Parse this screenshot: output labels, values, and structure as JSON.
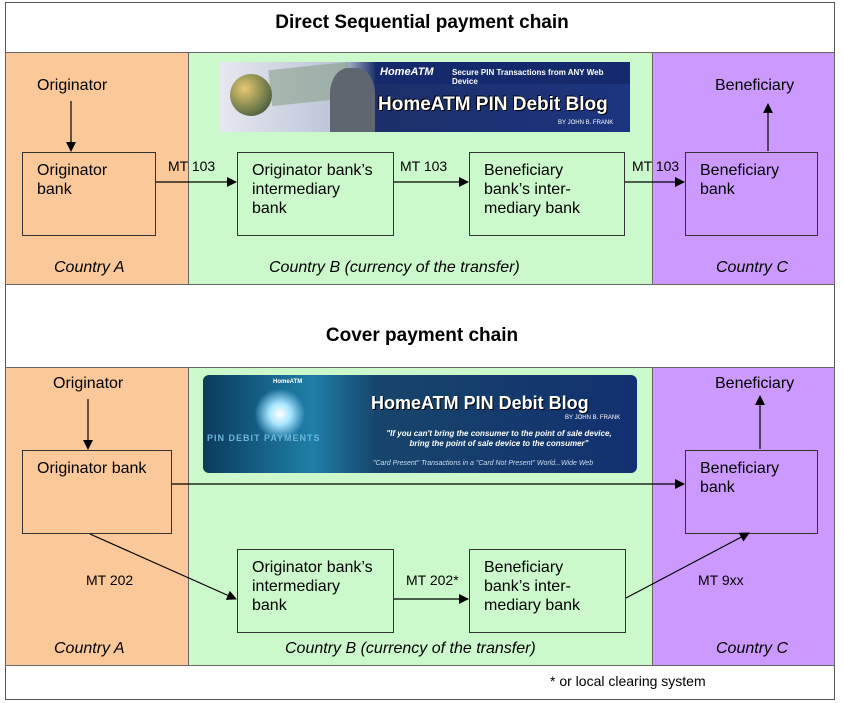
{
  "sequential": {
    "title": "Direct Sequential payment chain",
    "originator": "Originator",
    "originator_bank": [
      "Originator",
      "bank"
    ],
    "intermediary_bank": [
      "Originator bank’s",
      "intermediary",
      "bank"
    ],
    "beneficiary_intermediary": [
      "Beneficiary",
      "bank’s inter-",
      "mediary bank"
    ],
    "beneficiary_bank": [
      "Beneficiary",
      "bank"
    ],
    "beneficiary": "Beneficiary",
    "msg1": "MT 103",
    "msg2": "MT 103",
    "msg3": "MT 103",
    "country_a": "Country A",
    "country_b": "Country B (currency of the transfer)",
    "country_c": "Country C"
  },
  "banner1": {
    "logo": "HomeATM",
    "tagline": "Secure PIN Transactions from ANY Web Device",
    "title": "HomeATM PIN Debit Blog",
    "byline": "BY JOHN B. FRANK"
  },
  "cover": {
    "title": "Cover payment chain",
    "originator": "Originator",
    "originator_bank": "Originator bank",
    "intermediary_bank": [
      "Originator bank’s",
      "intermediary",
      "bank"
    ],
    "beneficiary_intermediary": [
      "Beneficiary",
      "bank’s inter-",
      "mediary bank"
    ],
    "beneficiary_bank": [
      "Beneficiary",
      "bank"
    ],
    "beneficiary": "Beneficiary",
    "msg1": "MT 202",
    "msg2": "MT 202*",
    "msg3": "MT 9xx",
    "country_a": "Country A",
    "country_b": "Country B (currency of the transfer)",
    "country_c": "Country C"
  },
  "banner2": {
    "logo": "HomeATM",
    "title": "HomeATM PIN Debit Blog",
    "byline": "BY JOHN B. FRANK",
    "quote": "\"If you can't bring the consumer to the point of sale device, bring the point of sale device to the consumer\"",
    "footer": "\"Card Present\" Transactions in a \"Card Not Present\" World...Wide Web",
    "side": "PIN DEBIT PAYMENTS"
  },
  "footnote": "* or local clearing system"
}
